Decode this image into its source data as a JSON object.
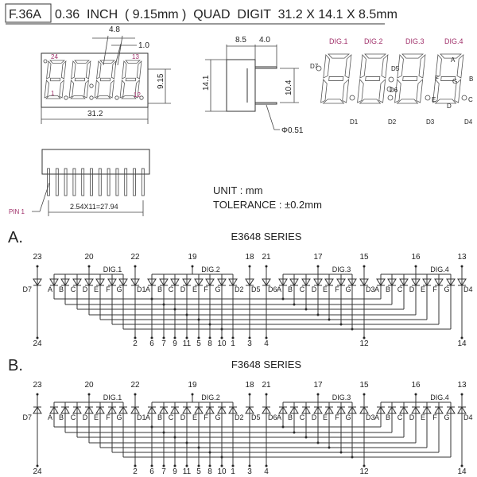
{
  "header": {
    "code": "F.36A",
    "title": "0.36  INCH  ( 9.15mm )  QUAD  DIGIT  31.2 X 14.1 X 8.5mm"
  },
  "front_view": {
    "dim_top1": "4.8",
    "dim_top2": "1.0",
    "dim_height": "9.15",
    "dim_width": "31.2",
    "pin_labels": [
      "24",
      "13",
      "1",
      "12"
    ]
  },
  "side_view": {
    "dim_body": "8.5",
    "dim_pin": "4.0",
    "dim_height": "14.1",
    "dim_pins": "10.4",
    "dim_pin_dia": "Φ0.51"
  },
  "segment_view": {
    "digits": [
      "DIG.1",
      "DIG.2",
      "DIG.3",
      "DIG.4"
    ],
    "labels": {
      "D7": "D7",
      "D5": "D5",
      "D6": "D6",
      "D1": "D1",
      "D2": "D2",
      "D3": "D3",
      "D4": "D4",
      "A": "A",
      "B": "B",
      "C": "C",
      "D": "D",
      "E": "E",
      "F": "F",
      "G": "G"
    }
  },
  "bottom_view": {
    "pin1": "PIN 1",
    "dim_pitch": "2.54X11=27.94"
  },
  "notes": {
    "unit": "UNIT : mm",
    "tolerance": "TOLERANCE : ±0.2mm"
  },
  "series": [
    {
      "letter": "A.",
      "title": "E3648  SERIES",
      "direction": "down"
    },
    {
      "letter": "B.",
      "title": "F3648  SERIES",
      "direction": "up"
    }
  ],
  "schematic": {
    "digit_labels": [
      "DIG.1",
      "DIG.2",
      "DIG.3",
      "DIG.4"
    ],
    "segments": [
      "A",
      "B",
      "C",
      "D",
      "E",
      "F",
      "G"
    ],
    "dp_labels": [
      "D7",
      "D1",
      "D2",
      "D5",
      "D6",
      "D3",
      "D4"
    ],
    "common_pins": [
      "20",
      "19",
      "17",
      "16"
    ],
    "top_pins": {
      "D7": "23",
      "D1": "22",
      "D5": "18",
      "D6": "21",
      "D3": "15",
      "D4": "13"
    },
    "bottom_pins": {
      "D7": "24",
      "D1": "2",
      "D2": "1",
      "D5": "3",
      "D6": "4",
      "D3": "12",
      "D4": "14"
    },
    "segment_pins": [
      "6",
      "7",
      "9",
      "11",
      "5",
      "8",
      "10"
    ]
  }
}
